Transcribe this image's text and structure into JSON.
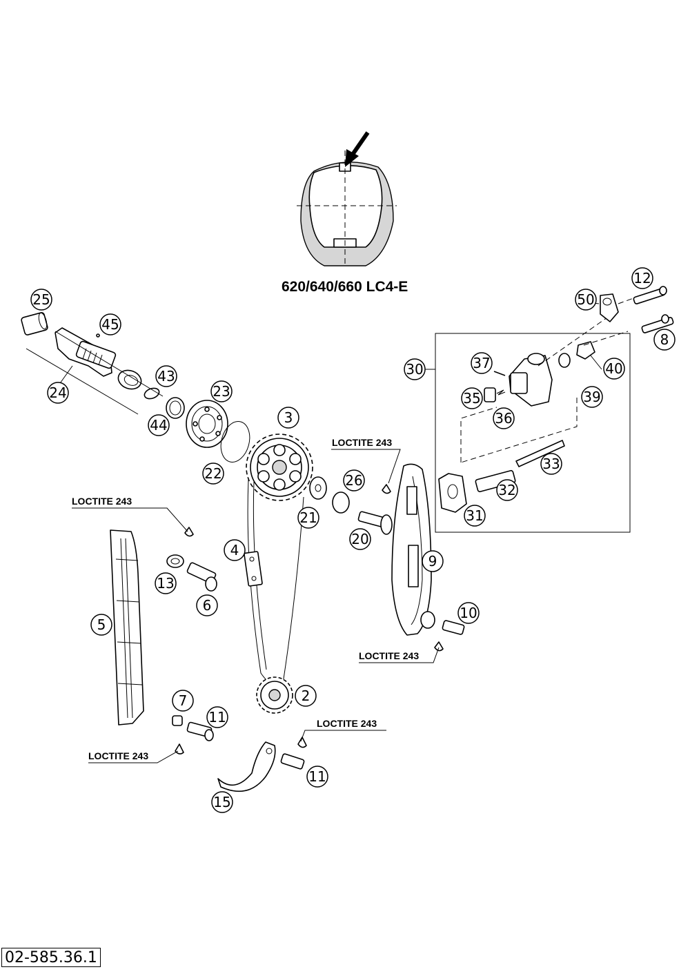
{
  "model_label": "620/640/660 LC4-E",
  "drawing_number": "02-585.36.1",
  "loctite_label": "LOCTITE 243",
  "part_numbers": {
    "p2": "2",
    "p3": "3",
    "p4": "4",
    "p5": "5",
    "p6": "6",
    "p7": "7",
    "p8": "8",
    "p9": "9",
    "p10": "10",
    "p11a": "11",
    "p11b": "11",
    "p12": "12",
    "p13": "13",
    "p15": "15",
    "p20": "20",
    "p21": "21",
    "p22": "22",
    "p23": "23",
    "p24": "24",
    "p25": "25",
    "p26": "26",
    "p30": "30",
    "p31": "31",
    "p32": "32",
    "p33": "33",
    "p35": "35",
    "p36": "36",
    "p37": "37",
    "p39": "39",
    "p40": "40",
    "p43": "43",
    "p44": "44",
    "p45": "45",
    "p50": "50"
  }
}
